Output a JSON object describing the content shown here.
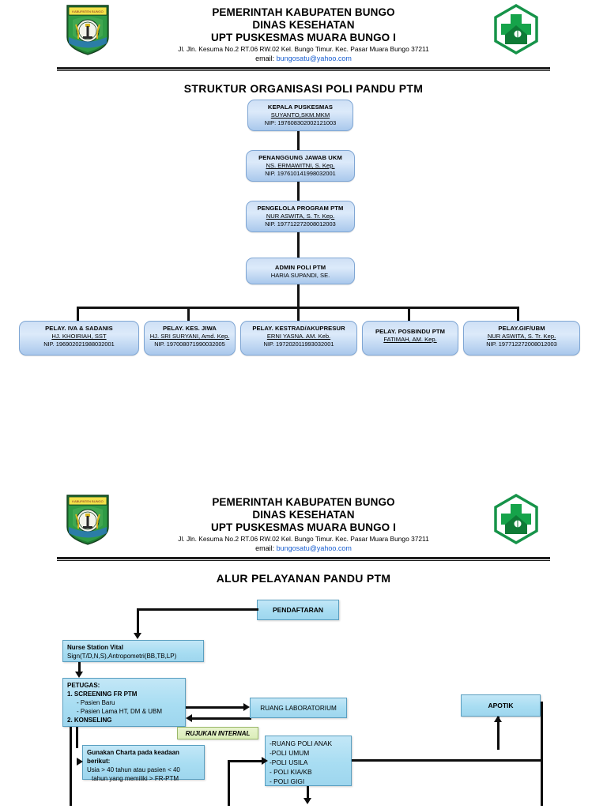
{
  "letterhead": {
    "line1": "PEMERINTAH KABUPATEN BUNGO",
    "line2": "DINAS KESEHATAN",
    "line3": "UPT PUSKESMAS MUARA BUNGO I",
    "address": "Jl. Jln. Kesuma No.2 RT.06 RW.02 Kel. Bungo Timur. Kec. Pasar Muara Bungo 37211",
    "email_label": "email:",
    "email": "bungosatu@yahoo.com",
    "logo_left_name": "kabupaten-bungo-crest",
    "logo_right_name": "puskesmas-green-cross-hexagon",
    "email_color": "#1a5fd0"
  },
  "section1": {
    "title": "STRUKTUR ORGANISASI POLI PANDU PTM",
    "chain": [
      {
        "title": "KEPALA PUSKESMAS",
        "name": "SUYANTO,SKM.MKM",
        "nip": "NIP: 197608302002121003"
      },
      {
        "title": "PENANGGUNG JAWAB UKM",
        "name": "NS. ERMAWITNI, S. Kep.",
        "nip": "NIP. 197610141998032001"
      },
      {
        "title": "PENGELOLA PROGRAM PTM",
        "name": "NUR ASWITA, S. Tr. Kep.",
        "nip": "NIP. 197712272008012003"
      },
      {
        "title": "ADMIN POLI PTM",
        "name": "HARIA SUPANDI, SE.",
        "nip": ""
      }
    ],
    "services": [
      {
        "title": "PELAY. IVA & SADANIS",
        "name": "HJ. KHOIRIAH, SST",
        "nip": "NIP. 196902021988032001"
      },
      {
        "title": "PELAY. KES. JIWA",
        "name": "HJ. SRI SURYANI, Amd. Kep.",
        "nip": "NIP. 197008071990032005"
      },
      {
        "title": "PELAY. KESTRAD/AKUPRESUR",
        "name": "ERNI YASNA. AM. Keb.",
        "nip": "NIP. 197202011993032001"
      },
      {
        "title": "PELAY. POSBINDU PTM",
        "name": "FATIMAH, AM. Kep.",
        "nip": ""
      },
      {
        "title": "PELAY.GIF/UBM",
        "name": "NUR ASWITA, S. Tr. Kep.",
        "nip": "NIP. 197712272008012003"
      }
    ]
  },
  "section2": {
    "title": "ALUR PELAYANAN PANDU PTM",
    "nodes": {
      "pendaftaran": "PENDAFTARAN",
      "nurse_station_title": "Nurse Station Vital",
      "nurse_station_body": "Sign(T/D,N,S),Antropometri(BB,TB,LP)",
      "petugas_head": "PETUGAS:",
      "petugas_l1": "1.  SCREENING FR PTM",
      "petugas_l2": "- Pasien Baru",
      "petugas_l3": "- Pasien Lama HT, DM & UBM",
      "petugas_l4": "2. KONSELING",
      "laboratorium": "RUANG LABORATORIUM",
      "apotik": "APOTIK",
      "rujukan_internal": "RUJUKAN INTERNAL",
      "charta_head1": "Gunakan Charta pada keadaan",
      "charta_head2": "berikut:",
      "charta_b1": "Usia > 40 tahun atau pasien < 40",
      "charta_b2": "tahun yang memiliki > FR-PTM",
      "poli_l1": "-RUANG POLI ANAK",
      "poli_l2": "-POLI UMUM",
      "poli_l3": "-POLI USILA",
      "poli_l4": "- POLI KIA/KB",
      "poli_l5": "- POLI GIGI"
    }
  }
}
